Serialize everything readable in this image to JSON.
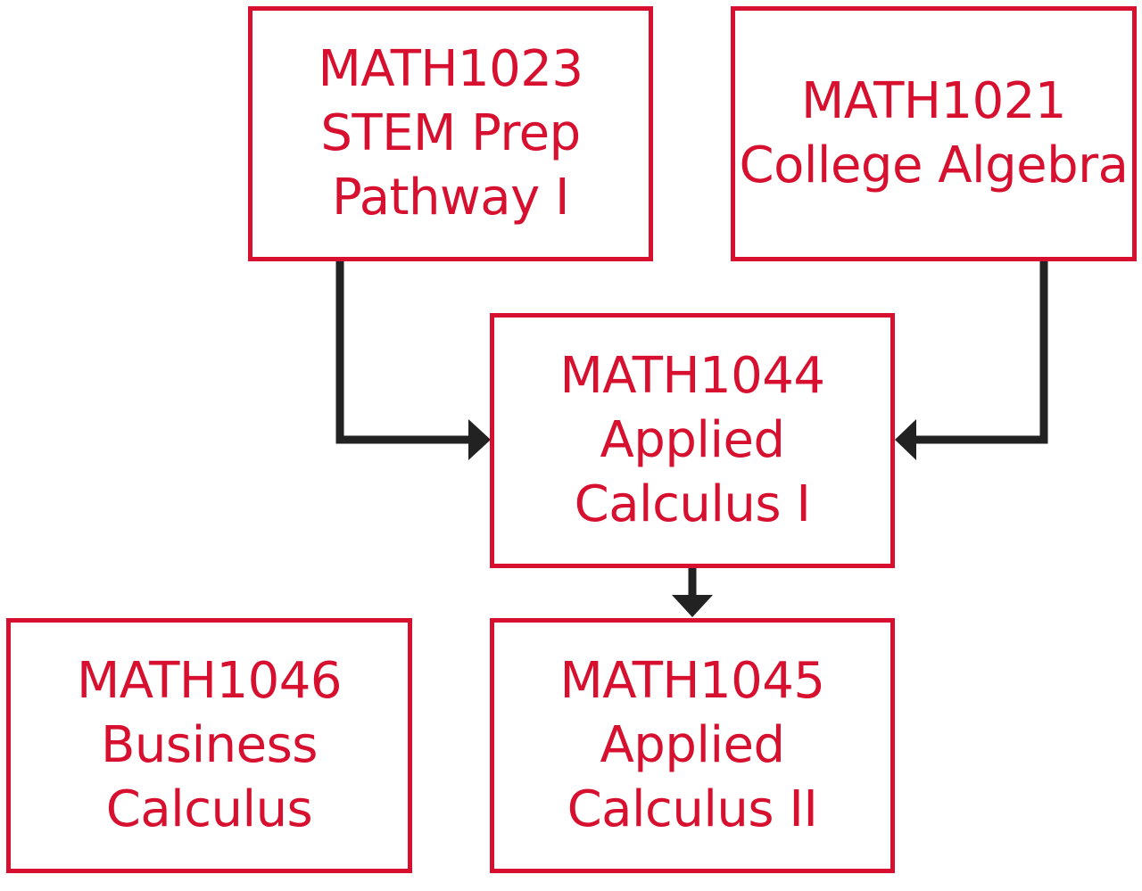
{
  "colors": {
    "box_border": "#d6102e",
    "box_text": "#d6102e",
    "arrow": "#222222",
    "background": "#ffffff"
  },
  "courses": {
    "math1023": {
      "code": "MATH1023",
      "line1": "STEM Prep",
      "line2": "Pathway I"
    },
    "math1021": {
      "code": "MATH1021",
      "line1": "College Algebra"
    },
    "math1044": {
      "code": "MATH1044",
      "line1": "Applied",
      "line2": "Calculus I"
    },
    "math1046": {
      "code": "MATH1046",
      "line1": "Business",
      "line2": "Calculus"
    },
    "math1045": {
      "code": "MATH1045",
      "line1": "Applied",
      "line2": "Calculus II"
    }
  },
  "edges": [
    {
      "from": "MATH1023",
      "to": "MATH1044"
    },
    {
      "from": "MATH1021",
      "to": "MATH1044"
    },
    {
      "from": "MATH1044",
      "to": "MATH1045"
    }
  ]
}
